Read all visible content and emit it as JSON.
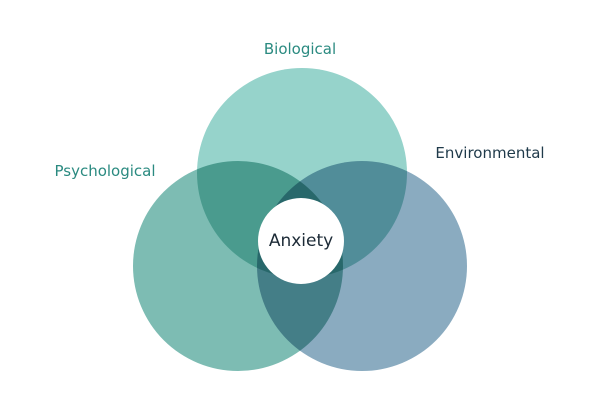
{
  "title": "Anxiety",
  "sets": [
    {
      "label": "Biological",
      "color": "#96d3cb",
      "label_color": "#2a8a80"
    },
    {
      "label": "Psychological",
      "color": "#7dbcb3",
      "label_color": "#2a8a80"
    },
    {
      "label": "Environmental",
      "color": "#8aabc0",
      "label_color": "#1f3a4a"
    }
  ],
  "center_color": "#ffffff",
  "center_text_color": "#1c2a36"
}
